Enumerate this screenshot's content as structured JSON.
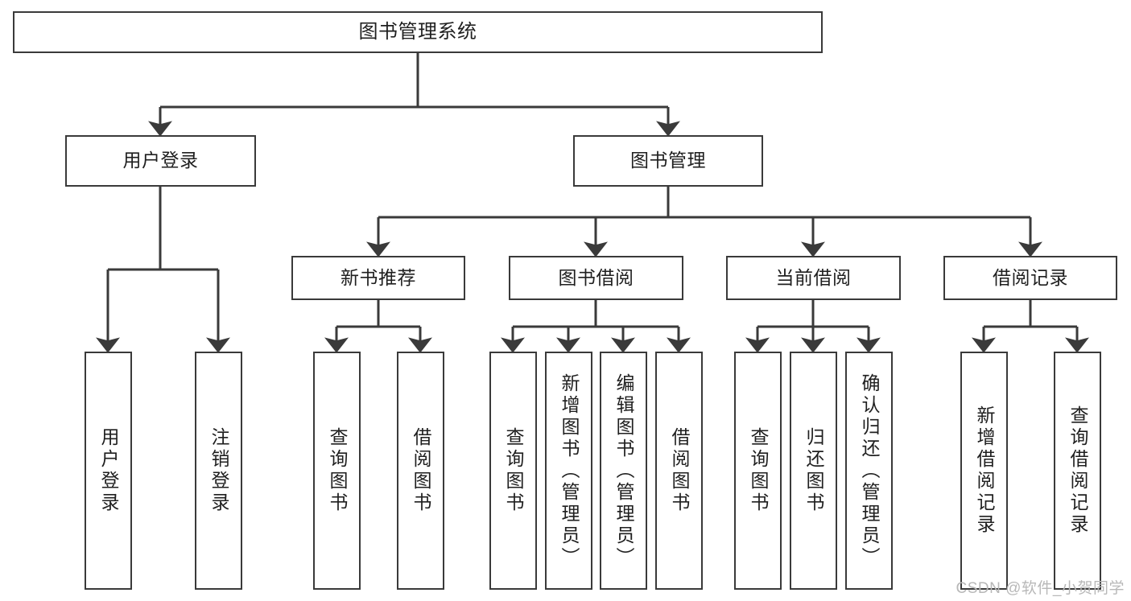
{
  "diagram": {
    "type": "tree-hierarchy-chart",
    "title": "图书管理系统",
    "watermark": "CSDN @软件_小贺同学",
    "colors": {
      "box_border": "#3a3a3a",
      "box_fill": "#ffffff",
      "connector": "#3a3a3a",
      "text": "#1f1f1f",
      "watermark": "#b8b8b8"
    },
    "levels": {
      "level1": [
        {
          "id": "root",
          "label": "图书管理系统"
        }
      ],
      "level2": [
        {
          "id": "user-login",
          "label": "用户登录"
        },
        {
          "id": "book-manage",
          "label": "图书管理"
        }
      ],
      "level3": [
        {
          "id": "new-book-recommend",
          "label": "新书推荐"
        },
        {
          "id": "book-borrow",
          "label": "图书借阅"
        },
        {
          "id": "current-borrow",
          "label": "当前借阅"
        },
        {
          "id": "borrow-record",
          "label": "借阅记录"
        }
      ],
      "level4": [
        {
          "id": "leaf-user-login",
          "label": "用户登录",
          "parent": "user-login"
        },
        {
          "id": "leaf-logout-login",
          "label": "注销登录",
          "parent": "user-login"
        },
        {
          "id": "leaf-query-book-1",
          "label": "查询图书",
          "parent": "new-book-recommend"
        },
        {
          "id": "leaf-borrow-book-1",
          "label": "借阅图书",
          "parent": "new-book-recommend"
        },
        {
          "id": "leaf-query-book-2",
          "label": "查询图书",
          "parent": "book-borrow"
        },
        {
          "id": "leaf-add-book",
          "label": "新增图书（管理员）",
          "parent": "book-borrow"
        },
        {
          "id": "leaf-edit-book",
          "label": "编辑图书（管理员）",
          "parent": "book-borrow"
        },
        {
          "id": "leaf-borrow-book-2",
          "label": "借阅图书",
          "parent": "book-borrow"
        },
        {
          "id": "leaf-query-book-3",
          "label": "查询图书",
          "parent": "current-borrow"
        },
        {
          "id": "leaf-return-book",
          "label": "归还图书",
          "parent": "current-borrow"
        },
        {
          "id": "leaf-confirm-return",
          "label": "确认归还（管理员）",
          "parent": "current-borrow"
        },
        {
          "id": "leaf-add-record",
          "label": "新增借阅记录",
          "parent": "borrow-record"
        },
        {
          "id": "leaf-query-record",
          "label": "查询借阅记录",
          "parent": "borrow-record"
        }
      ]
    }
  }
}
